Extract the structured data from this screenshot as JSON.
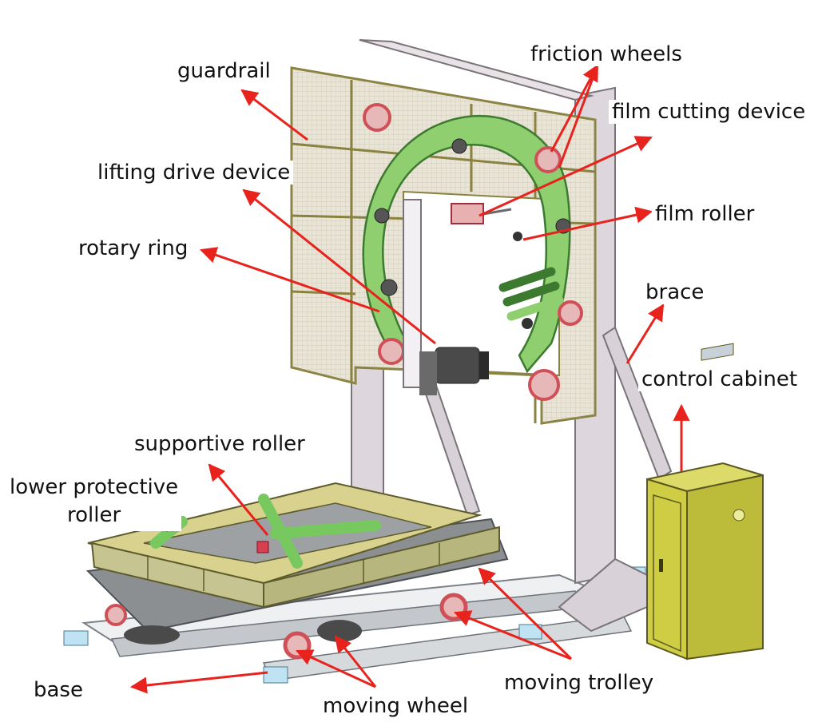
{
  "labels": {
    "guardrail": "guardrail",
    "friction_wheels": "friction wheels",
    "film_cutting_device": "film cutting device",
    "lifting_drive_device": "lifting drive device",
    "film_roller": "film roller",
    "rotary_ring": "rotary ring",
    "brace": "brace",
    "control_cabinet": "control cabinet",
    "supportive_roller": "supportive roller",
    "lower_protective_roller": "lower protective\nroller",
    "base": "base",
    "moving_wheel": "moving wheel",
    "moving_trolley": "moving trolley"
  },
  "colors": {
    "arrow": "#e8221c",
    "frame": "#ddd6dc",
    "frame_edge": "#7a7478",
    "guard_fill": "#e9e4d8",
    "guard_edge": "#8a8240",
    "ring": "#8fcf70",
    "ring_edge": "#3c7a30",
    "wheel": "#d05058",
    "trolley_block": "#c6c491",
    "trolley_edge": "#5e5b2c",
    "cabinet": "#cfcd43",
    "cabinet_edge": "#5a5820",
    "rail": "#9fa2a6",
    "motor": "#4a4a4a"
  }
}
